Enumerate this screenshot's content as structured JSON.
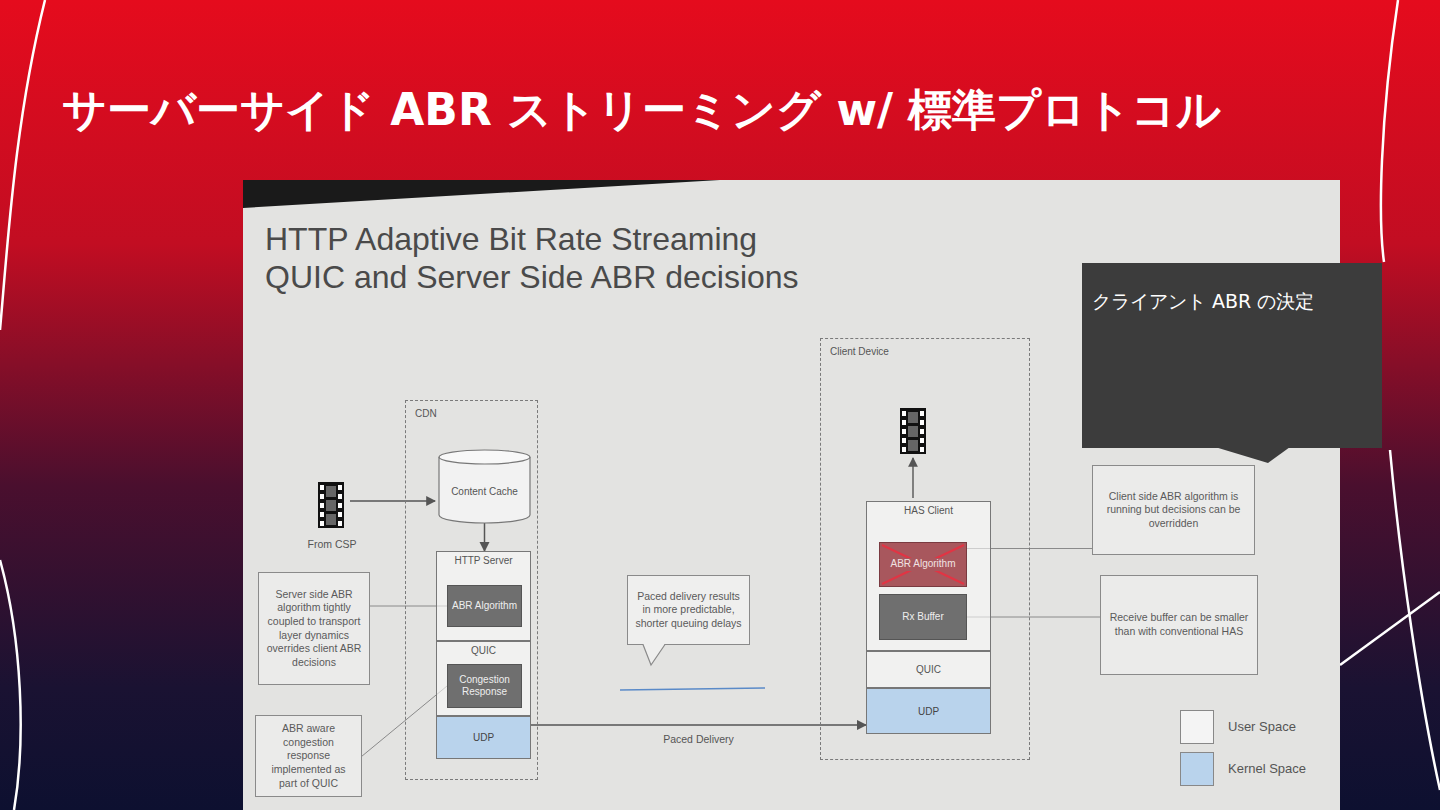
{
  "diagram": {
    "title": "サーバーサイド ABR ストリーミング w/ 標準プロトコル",
    "nodes": [
      {
        "text": [
          "HTTP Adaptive Bit Rate Streaming QUIC and Server Side ABR decisions"
        ]
      },
      {
        "text": [
          "CDN"
        ],
        "in": 0
      },
      {
        "text": [
          "Content Cache"
        ],
        "in": 1
      },
      {
        "text": [
          "HTTP Server"
        ],
        "in": 1
      },
      {
        "text": [
          "ABR Algorithm"
        ],
        "in": 3
      },
      {
        "text": [
          "QUIC"
        ],
        "in": 1
      },
      {
        "text": [
          "Congestion Response"
        ],
        "in": 5
      },
      {
        "text": [
          "UDP"
        ],
        "in": 1
      },
      {
        "text": [
          "Client Device"
        ],
        "in": 0
      },
      {
        "text": [
          "HAS Client"
        ],
        "in": 8
      },
      {
        "text": [
          "ABR Algorithm"
        ],
        "in": 9
      },
      {
        "text": [
          "Rx Buffer"
        ],
        "in": 9
      },
      {
        "text": [
          "QUIC"
        ],
        "in": 8
      },
      {
        "text": [
          "UDP"
        ],
        "in": 8
      },
      {
        "text": [
          "Server side ABR algorithm tightly coupled to transport layer dynamics overrides client ABR decisions"
        ],
        "in": 0
      },
      {
        "text": [
          "ABR aware congestion response implemented as part of QUIC"
        ],
        "in": 0
      },
      {
        "text": [
          "Paced delivery results in more predictable, shorter queuing delays"
        ],
        "in": 0
      },
      {
        "text": [
          "Client side ABR algorithm is running but decisions can be overridden"
        ],
        "in": 0
      },
      {
        "text": [
          "Receive buffer can be smaller than with conventional HAS"
        ],
        "in": 0
      },
      {
        "text": [
          "クライアント ABR の決定"
        ]
      }
    ],
    "edges": [
      {
        "from": 2,
        "to": 3,
        "arrow": "to"
      },
      {
        "from": 7,
        "to": 13,
        "label": "Paced Delivery",
        "arrow": "to"
      },
      {
        "from": 14,
        "to": 4,
        "arrow": "none"
      },
      {
        "from": 15,
        "to": 6,
        "arrow": "none"
      },
      {
        "from": 17,
        "to": 10,
        "arrow": "none"
      },
      {
        "from": 18,
        "to": 11,
        "arrow": "none"
      }
    ],
    "labels": [
      "From CSP"
    ],
    "legend": [
      {
        "text": "User Space",
        "color": "#f4f4f4"
      },
      {
        "text": "Kernel Space",
        "color": "#b9d3ec"
      }
    ]
  }
}
